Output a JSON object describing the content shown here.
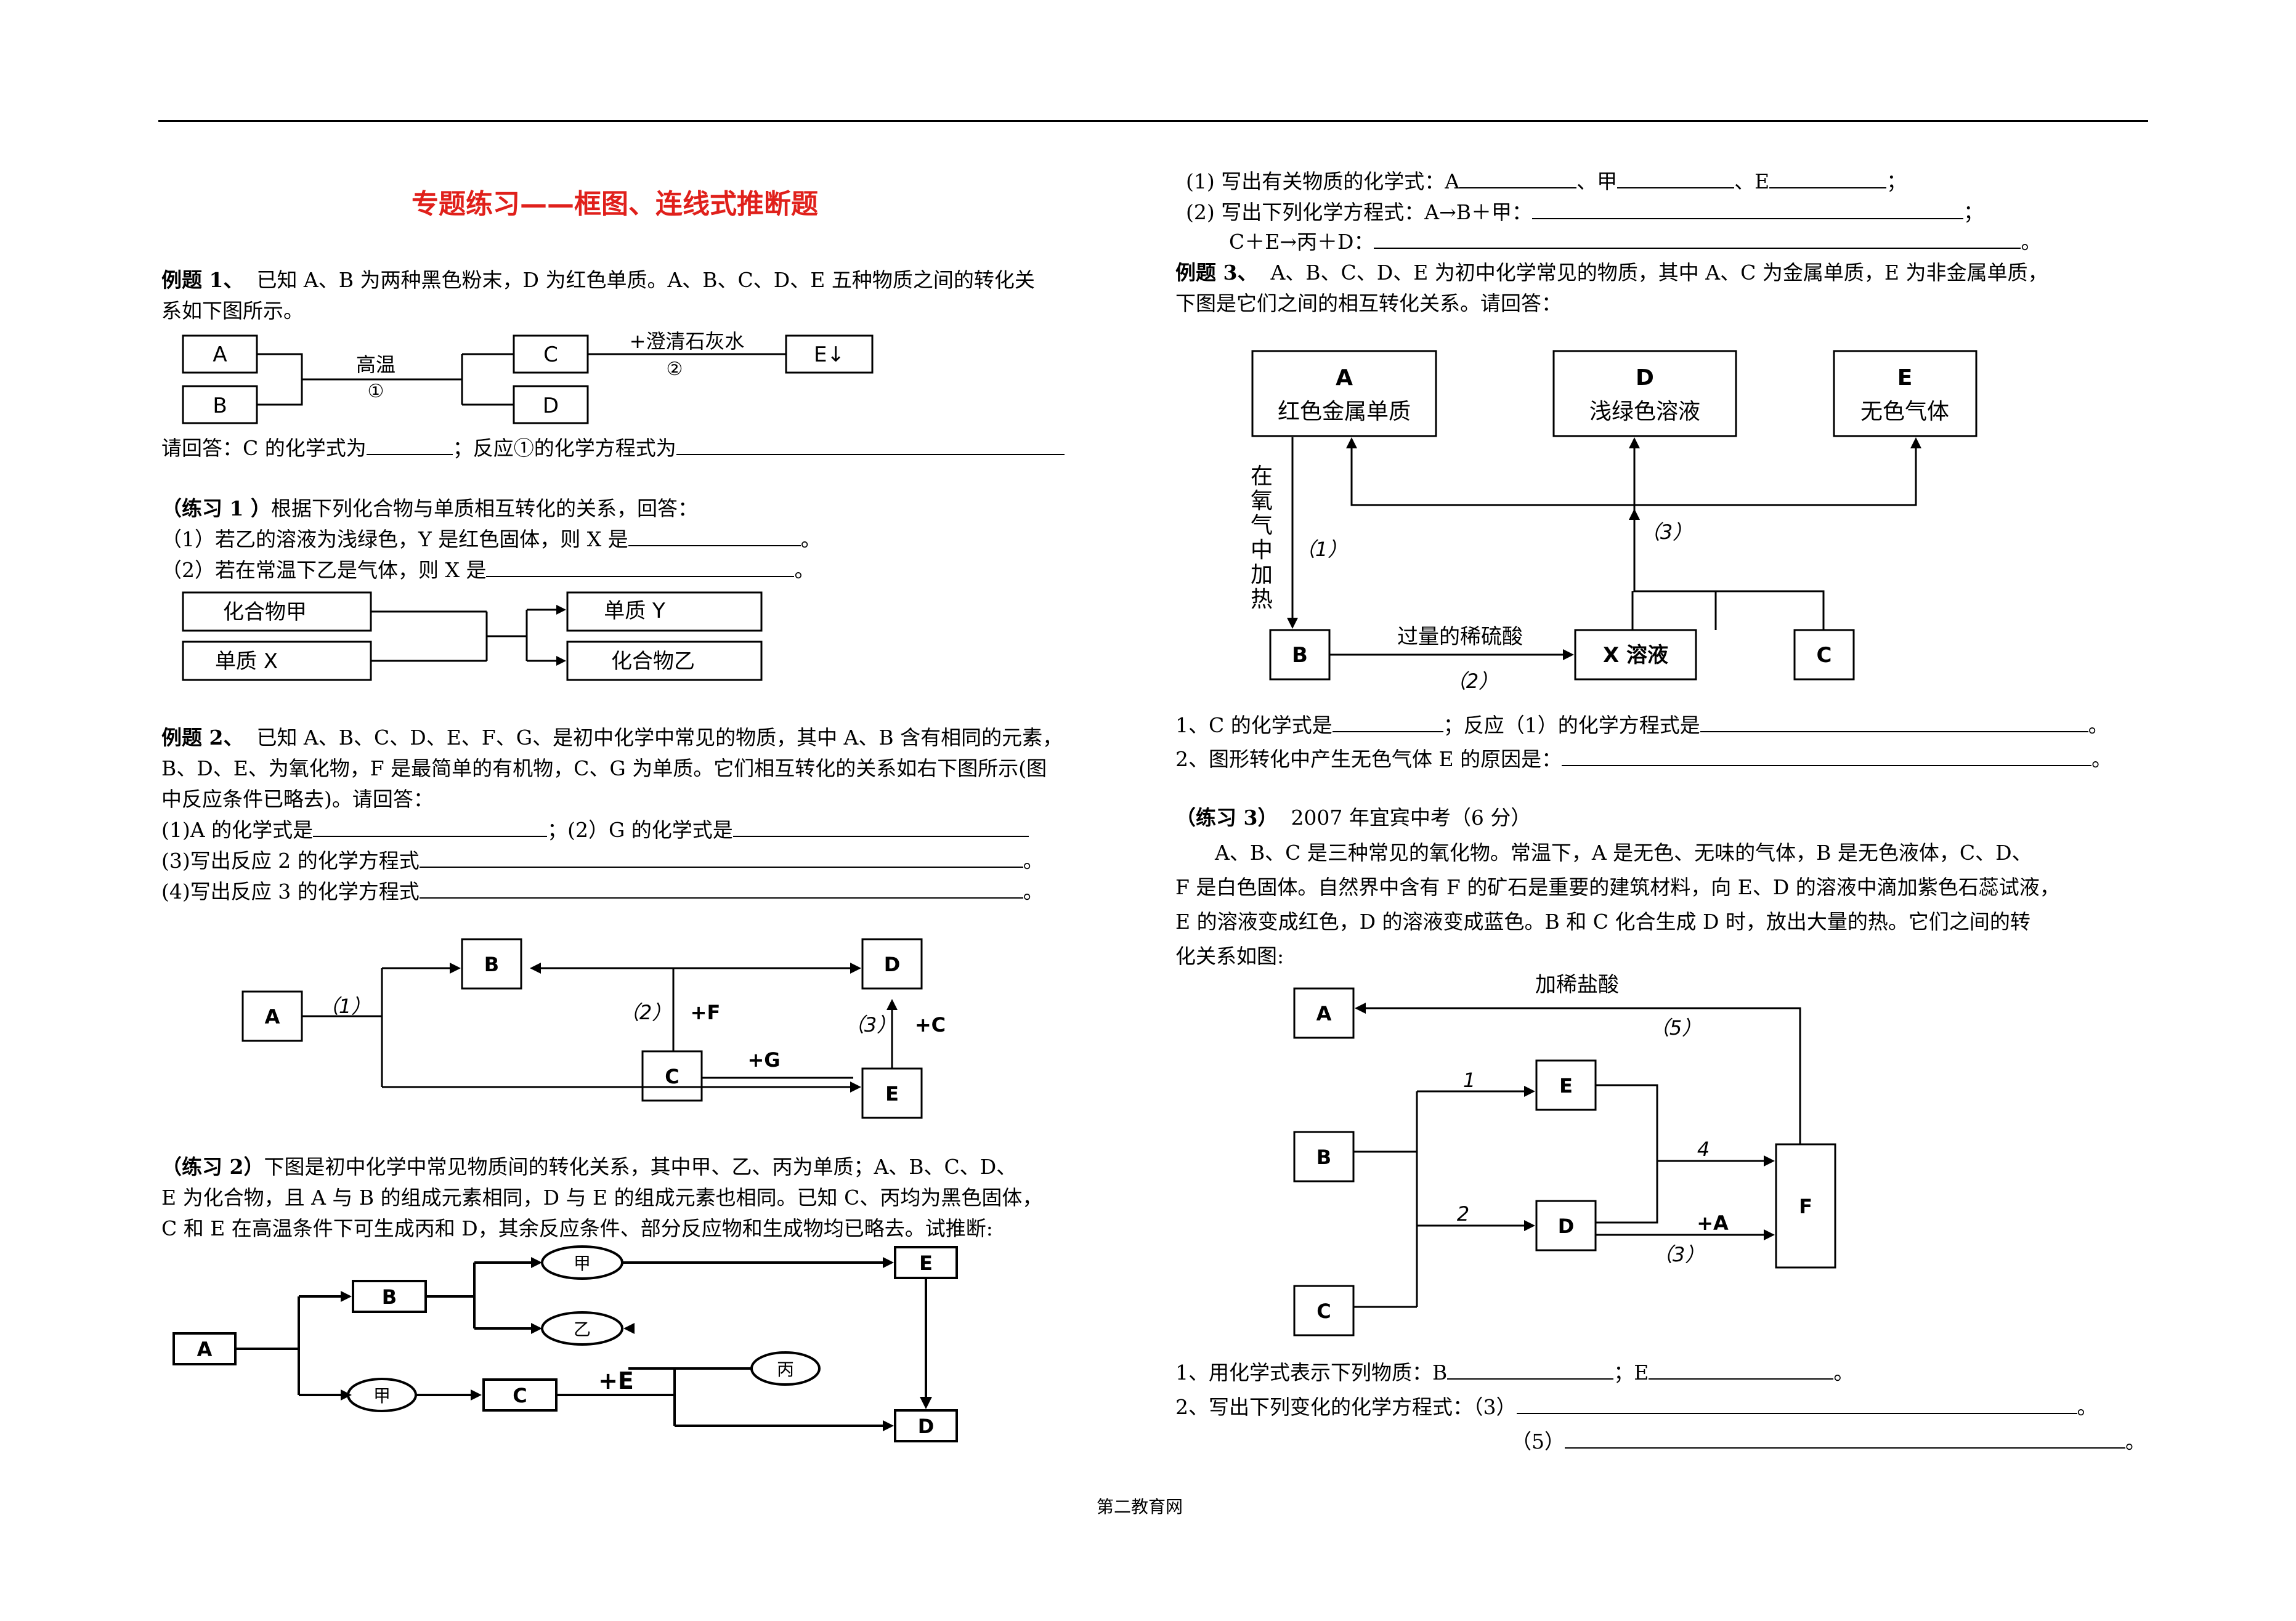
{
  "page": {
    "title": "专题练习——框图、连线式推断题",
    "footer": "第二教育网"
  },
  "left": {
    "ex1": {
      "label": "例题 1、",
      "line1": "已知 A、B 为两种黑色粉末，D 为红色单质。A、B、C、D、E 五种物质之间的转化关",
      "line2": "系如下图所示。",
      "q_prefix": "请回答：C 的化学式为",
      "q_mid": "；反应①的化学方程式为",
      "diagram": {
        "A": "A",
        "B": "B",
        "C": "C",
        "D": "D",
        "E": "E↓",
        "cond1": "高温",
        "num1": "①",
        "cond2": "+澄清石灰水",
        "num2": "②"
      }
    },
    "pr1": {
      "label": "（练习 1 ）",
      "line1": "根据下列化合物与单质相互转化的关系，回答：",
      "q1": "（1）若乙的溶液为浅绿色，Y 是红色固体，则 X 是",
      "q2": "（2）若在常温下乙是气体，则 X 是",
      "end": "。",
      "diagram": {
        "jia": "化合物甲",
        "x": "单质 X",
        "y": "单质 Y",
        "yi": "化合物乙"
      }
    },
    "ex2": {
      "label": "例题 2、",
      "line1": "已知 A、B、C、D、E、F、G、是初中化学中常见的物质，其中 A、B 含有相同的元素，",
      "line2": "B、D、E、为氧化物，F 是最简单的有机物，C、G 为单质。它们相互转化的关系如右下图所示(图",
      "line3": "中反应条件已略去)。请回答：",
      "q1a": "(1)A 的化学式是",
      "q1b": "；(2）G 的化学式是",
      "q3": "(3)写出反应 2 的化学方程式",
      "q4": "(4)写出反应 3 的化学方程式",
      "end": "。",
      "diagram": {
        "A": "A",
        "B": "B",
        "C": "C",
        "D": "D",
        "E": "E",
        "r1": "（1）",
        "r2": "（2）",
        "r3": "（3）",
        "pF": "+F",
        "pG": "+G",
        "pC": "+C"
      }
    },
    "pr2": {
      "label": "（练习 2）",
      "line1": "下图是初中化学中常见物质间的转化关系，其中甲、乙、丙为单质；A、B、C、D、",
      "line2": "E 为化合物，且 A 与 B 的组成元素相同，D 与 E 的组成元素也相同。已知 C、丙均为黑色固体，",
      "line3": "C 和 E 在高温条件下可生成丙和 D，其余反应条件、部分反应物和生成物均已略去。试推断:",
      "diagram": {
        "A": "A",
        "B": "B",
        "C": "C",
        "D": "D",
        "E": "E",
        "jia": "甲",
        "yi": "乙",
        "bing": "丙",
        "pE": "+E"
      }
    }
  },
  "right": {
    "pr2q": {
      "q1a": "(1) 写出有关物质的化学式：A",
      "q1b": "、甲",
      "q1c": "、E",
      "q1d": "；",
      "q2a": "(2) 写出下列化学方程式：A→B＋甲：",
      "q2b": "；",
      "q3a": "C＋E→丙＋D：",
      "q3b": "。"
    },
    "ex3": {
      "label": "例题 3、",
      "line1": "A、B、C、D、E 为初中化学常见的物质，其中 A、C 为金属单质，E 为非金属单质，",
      "line2": "下图是它们之间的相互转化关系。请回答：",
      "diagram": {
        "A": "A",
        "A_desc": "红色金属单质",
        "D": "D",
        "D_desc": "浅绿色溶液",
        "E": "E",
        "E_desc": "无色气体",
        "B": "B",
        "X": "X 溶液",
        "C": "C",
        "vert": [
          "在",
          "氧",
          "气",
          "中",
          "加",
          "热"
        ],
        "r1": "（1）",
        "r2": "（2）",
        "r3": "（3）",
        "acid": "过量的稀硫酸"
      },
      "q1a": "1、C 的化学式是",
      "q1b": "；反应（1）的化学方程式是",
      "q2": "2、图形转化中产生无色气体 E 的原因是：",
      "end": "。"
    },
    "pr3": {
      "label": "（练习 3）",
      "source": "2007 年宜宾中考（6 分）",
      "line1": "A、B、C 是三种常见的氧化物。常温下，A 是无色、无味的气体，B 是无色液体，C、D、",
      "line2": "F 是白色固体。自然界中含有 F 的矿石是重要的建筑材料，向 E、D 的溶液中滴加紫色石蕊试液，",
      "line3": "E 的溶液变成红色，D 的溶液变成蓝色。B 和 C 化合生成 D 时，放出大量的热。它们之间的转",
      "line4": "化关系如图:",
      "diagram": {
        "A": "A",
        "B": "B",
        "C": "C",
        "D": "D",
        "E": "E",
        "F": "F",
        "acid": "加稀盐酸",
        "r5": "（5）",
        "r1": "1",
        "r2": "2",
        "r4": "4",
        "r3": "（3）",
        "pA": "+A"
      },
      "q1a": "1、用化学式表示下列物质：B",
      "q1b": "；E",
      "q1c": "。",
      "q2": "2、写出下列变化的化学方程式：（3）",
      "q5": "（5）",
      "end": "。"
    }
  }
}
